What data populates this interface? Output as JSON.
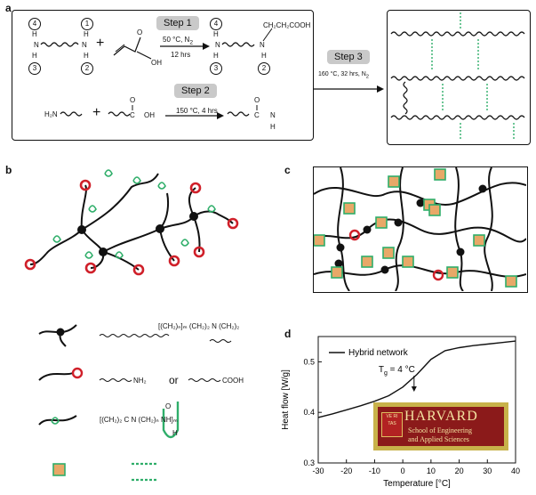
{
  "panel_a": {
    "letter": "a",
    "step1": {
      "label": "Step 1",
      "conditions_1": "50 °C, N",
      "conditions_1_sub": "2",
      "conditions_2": "12 hrs"
    },
    "step2": {
      "label": "Step 2",
      "conditions": "150 °C, 4 hrs"
    },
    "step3": {
      "label": "Step 3",
      "conditions": "160 °C, 32 hrs, N",
      "conditions_sub": "2"
    },
    "circled": [
      "4",
      "1",
      "3",
      "2"
    ],
    "labels": {
      "H": "H",
      "N": "N",
      "OH": "OH",
      "O": "O",
      "C": "C",
      "H2N": "H₂N",
      "cooh_chain": "CH₂CH₂COOH",
      "plus": "+"
    }
  },
  "panel_b": {
    "letter": "b"
  },
  "panel_c": {
    "letter": "c"
  },
  "legend": {
    "row1_formula": "[(CH₂)ₙ]ₘ   (CH₂)₂ N (CH₂)₂",
    "row2_left": "NH₂",
    "row2_or": "or",
    "row2_right": "COOH",
    "row3_formula": "[(CH₂)₂ C N (CH₂)ₙ NH]ₘ",
    "row3_H": "H",
    "row3_O": "O"
  },
  "panel_d": {
    "letter": "d"
  },
  "chart_data": {
    "type": "line",
    "series": [
      {
        "name": "Hybrid network",
        "x": [
          -30,
          -25,
          -20,
          -15,
          -10,
          -5,
          0,
          5,
          10,
          15,
          20,
          25,
          30,
          35,
          40
        ],
        "y": [
          0.39,
          0.397,
          0.405,
          0.413,
          0.422,
          0.433,
          0.45,
          0.475,
          0.505,
          0.522,
          0.528,
          0.532,
          0.535,
          0.538,
          0.541
        ]
      }
    ],
    "xlabel": "Temperature [°C]",
    "ylabel": "Heat flow [W/g]",
    "xlim": [
      -30,
      40
    ],
    "ylim": [
      0.3,
      0.55
    ],
    "xticks": [
      -30,
      -20,
      -10,
      0,
      10,
      20,
      30,
      40
    ],
    "yticks": [
      0.3,
      0.4,
      0.5
    ],
    "annotation": "T = 4 °C",
    "annotation_sub": "g",
    "annotation_x": 4,
    "legend_position": "top-left"
  },
  "harvard_logo": {
    "name": "HARVARD",
    "line1": "School of Engineering",
    "line2": "and Applied Sciences",
    "seal_text": "VE RI TAS"
  },
  "colors": {
    "green": "#2fae6a",
    "orange": "#e8a868",
    "red": "#d0202a",
    "ink": "#111111"
  }
}
